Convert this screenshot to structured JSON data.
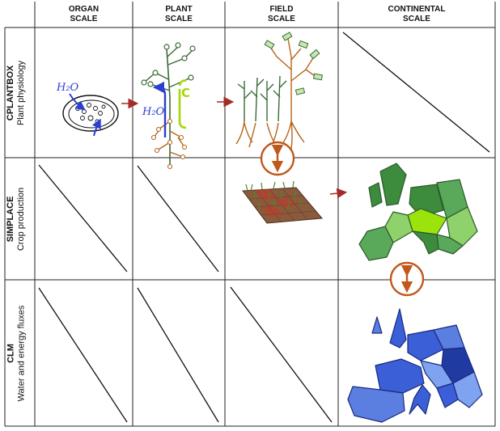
{
  "columns": [
    {
      "line1": "ORGAN",
      "line2": "SCALE"
    },
    {
      "line1": "PLANT",
      "line2": "SCALE"
    },
    {
      "line1": "FIELD",
      "line2": "SCALE"
    },
    {
      "line1": "CONTINENTAL",
      "line2": "SCALE"
    }
  ],
  "rows": [
    {
      "model": "CPLANTBOX",
      "desc": "Plant physiology"
    },
    {
      "model": "SIMPLACE",
      "desc": "Crop production"
    },
    {
      "model": "CLM",
      "desc": "Water and energy fluxes"
    }
  ],
  "annotations": {
    "organ_water_label": "H₂O",
    "plant_water_label": "H₂O",
    "plant_c_label": "C"
  },
  "colors": {
    "arrow_red": "#a52a2a",
    "coupling_orange": "#c0581a",
    "root_brown": "#b5651d",
    "stem_green": "#3a6b35",
    "water_blue": "#2b3fd1",
    "carbon_green": "#a6d608",
    "map_green_dark": "#3d8b3d",
    "map_green_light": "#8fd16a",
    "map_green_bright": "#9be30b",
    "map_blue": "#3a5fd6",
    "map_blue_dark": "#1f3aa0",
    "map_blue_light": "#7fa3f0"
  }
}
